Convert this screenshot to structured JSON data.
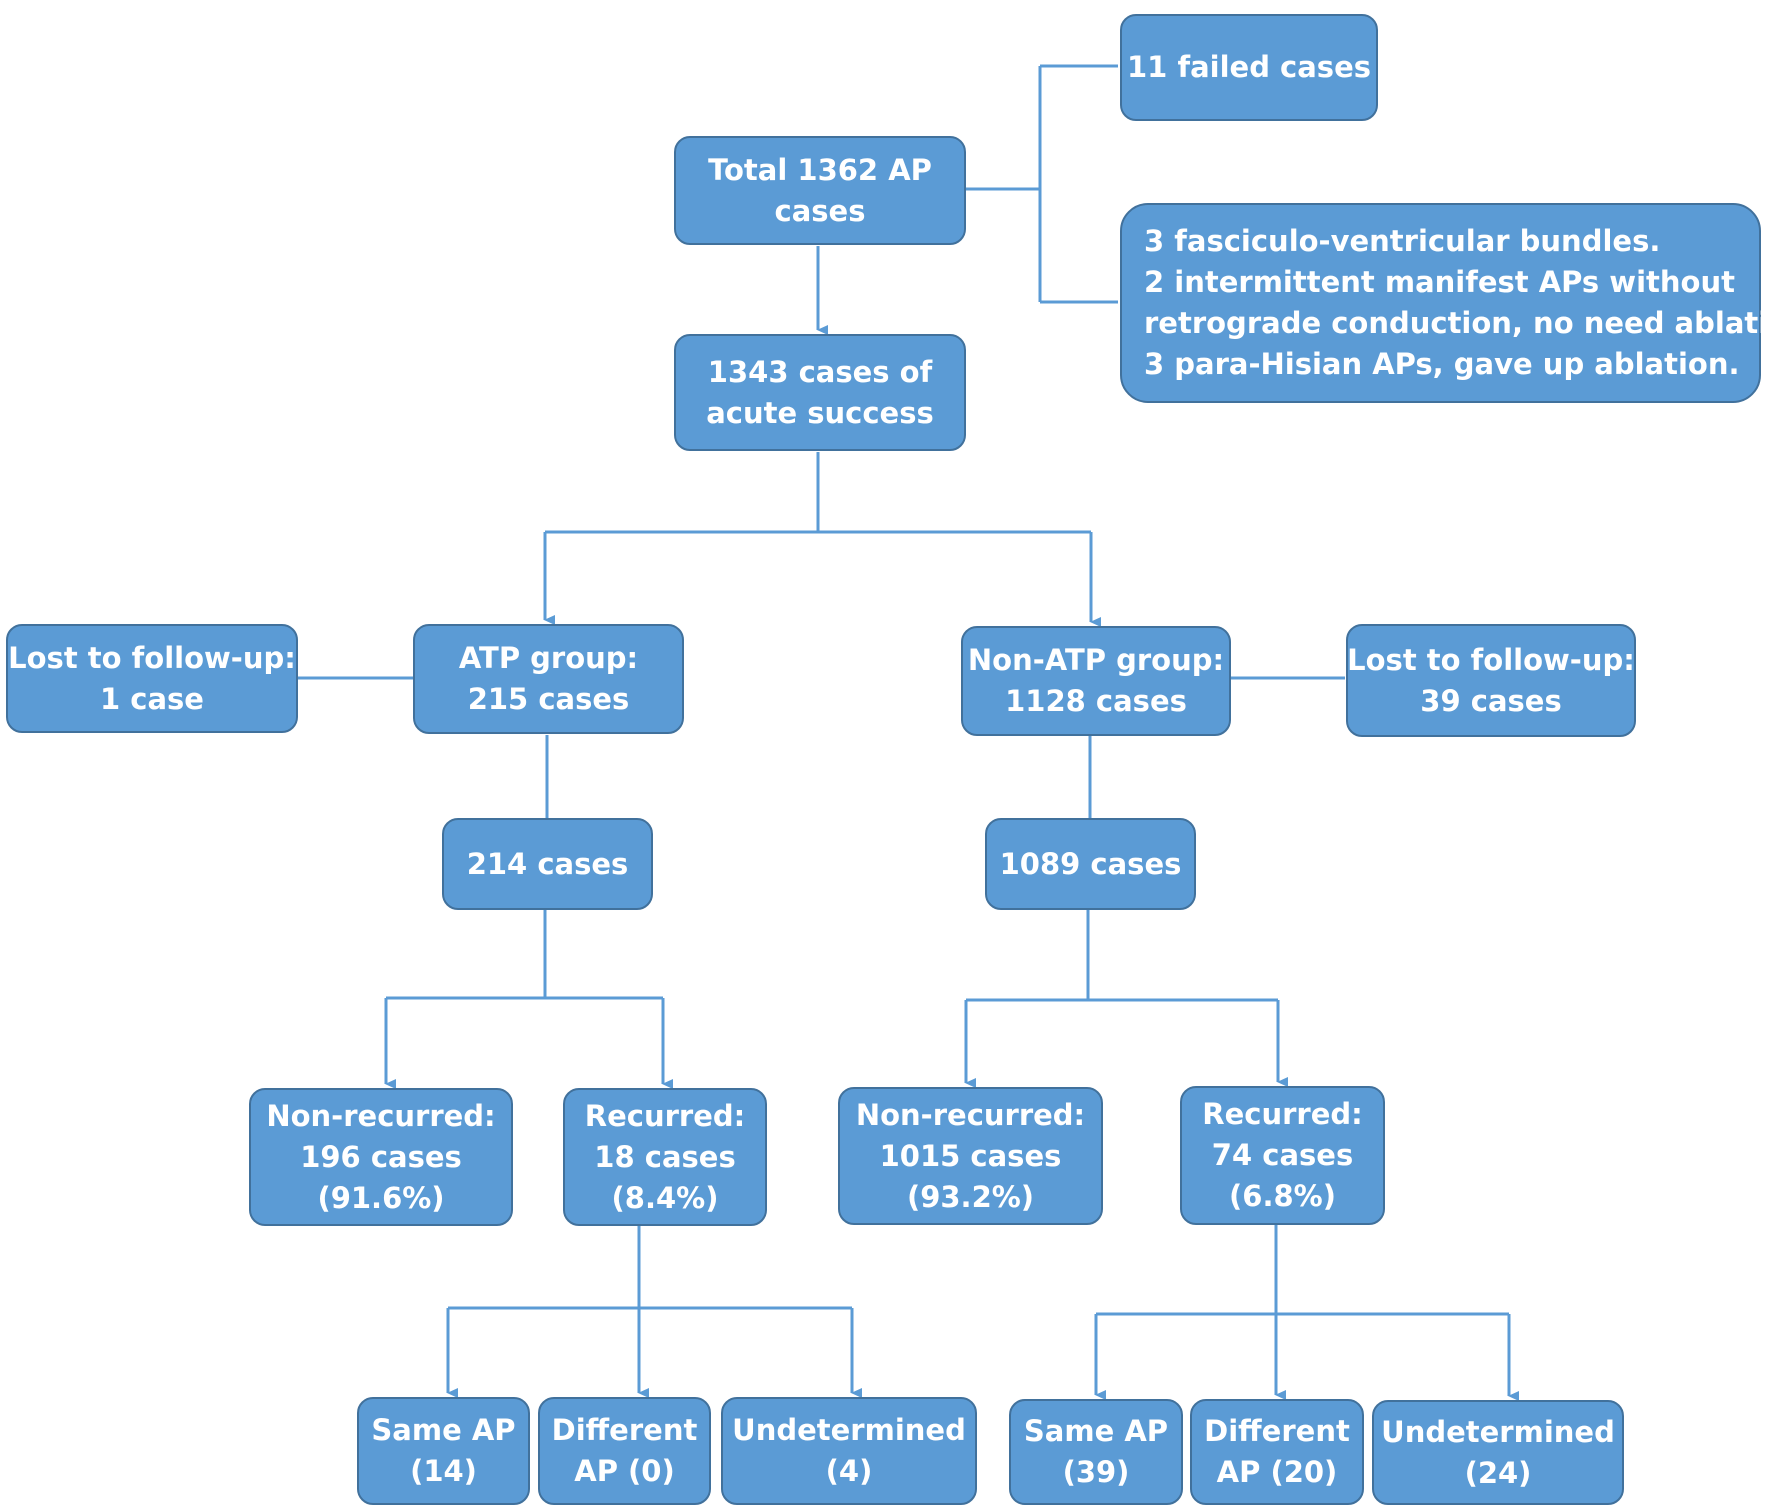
{
  "colors": {
    "box_fill": "#5B9BD5",
    "box_border": "#41719C",
    "text": "#FFFFFF",
    "connector": "#5B9BD5"
  },
  "boxes": {
    "failed": {
      "lines": [
        "11 failed cases"
      ]
    },
    "total": {
      "lines": [
        "Total 1362 AP",
        "cases"
      ]
    },
    "excluded": {
      "lines": [
        "3 fasciculo-ventricular bundles.",
        "2 intermittent manifest APs without",
        "retrograde conduction, no need ablation.",
        "3 para-Hisian APs, gave up ablation."
      ]
    },
    "acute_success": {
      "lines": [
        "1343 cases of",
        "acute success"
      ]
    },
    "atp_lost": {
      "lines": [
        "Lost to follow-up:",
        "1 case"
      ]
    },
    "atp_group": {
      "lines": [
        "ATP group:",
        "215 cases"
      ]
    },
    "non_atp_group": {
      "lines": [
        "Non-ATP group:",
        "1128 cases"
      ]
    },
    "non_atp_lost": {
      "lines": [
        "Lost to follow-up:",
        "39 cases"
      ]
    },
    "atp_followed": {
      "lines": [
        "214 cases"
      ]
    },
    "non_atp_followed": {
      "lines": [
        "1089 cases"
      ]
    },
    "atp_non_recurred": {
      "lines": [
        "Non-recurred:",
        "196 cases",
        "(91.6%)"
      ]
    },
    "atp_recurred": {
      "lines": [
        "Recurred:",
        "18 cases",
        "(8.4%)"
      ]
    },
    "non_atp_non_recurred": {
      "lines": [
        "Non-recurred:",
        "1015 cases",
        "(93.2%)"
      ]
    },
    "non_atp_recurred": {
      "lines": [
        "Recurred:",
        "74 cases",
        "(6.8%)"
      ]
    },
    "atp_same_ap": {
      "lines": [
        "Same AP",
        "(14)"
      ]
    },
    "atp_different_ap": {
      "lines": [
        "Different",
        "AP (0)"
      ]
    },
    "atp_undetermined": {
      "lines": [
        "Undetermined",
        "(4)"
      ]
    },
    "non_atp_same_ap": {
      "lines": [
        "Same AP",
        "(39)"
      ]
    },
    "non_atp_different_ap": {
      "lines": [
        "Different",
        "AP (20)"
      ]
    },
    "non_atp_undetermined": {
      "lines": [
        "Undetermined",
        "(24)"
      ]
    }
  }
}
